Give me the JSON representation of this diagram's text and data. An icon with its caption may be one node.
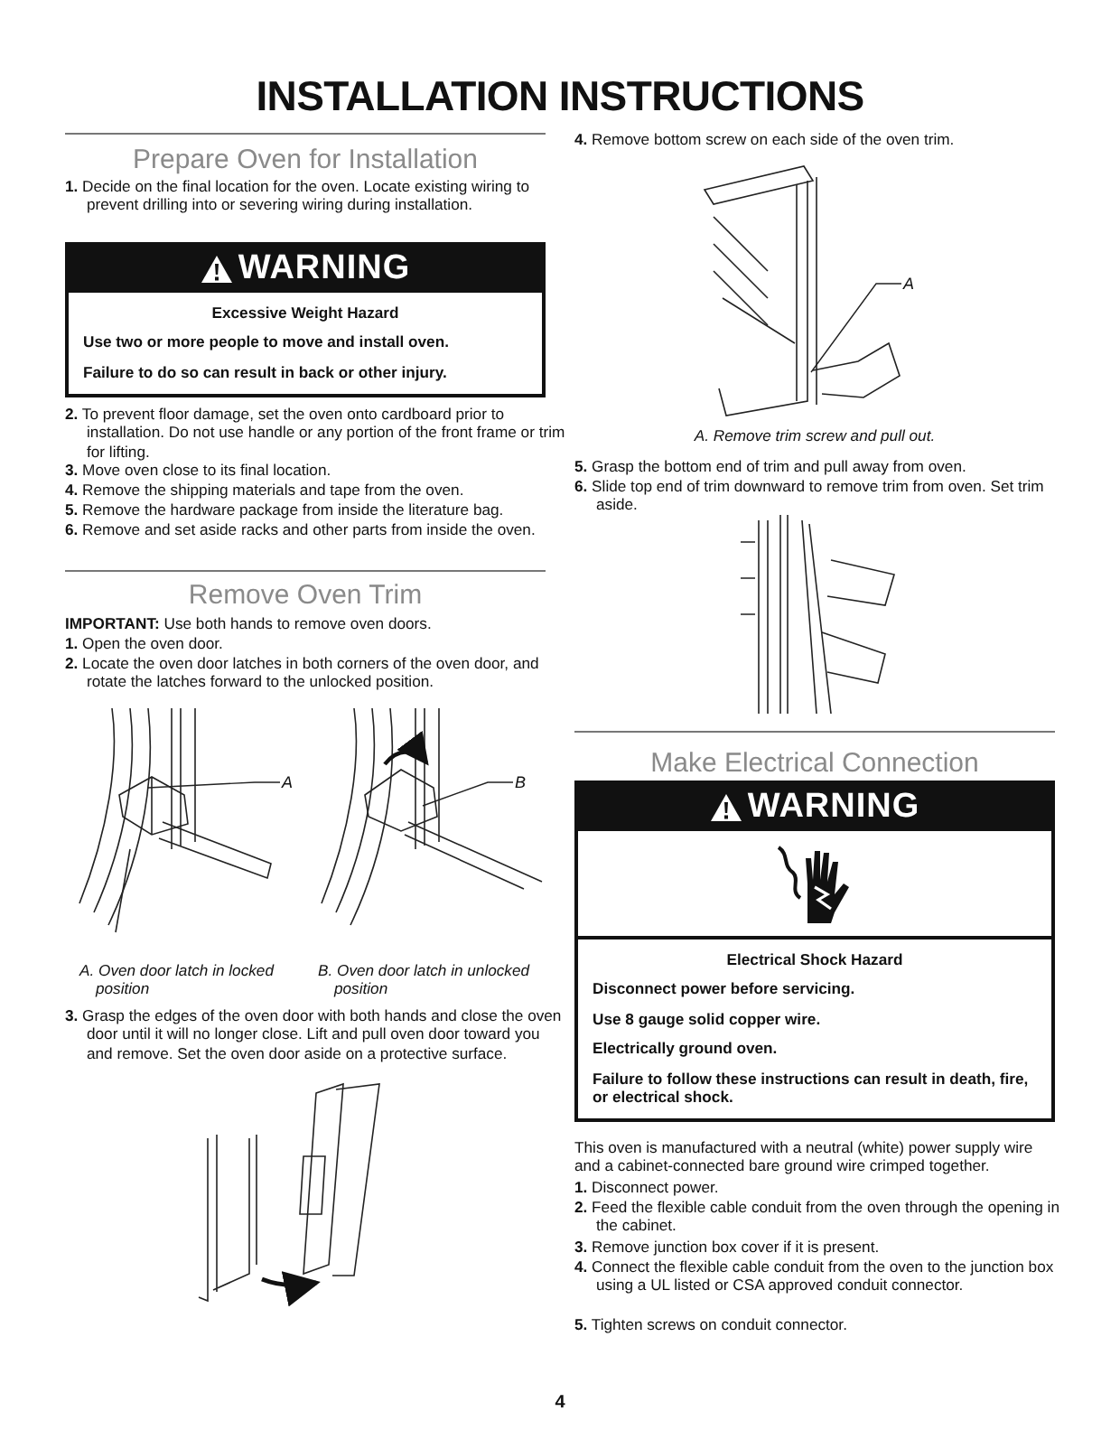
{
  "diagram": {
    "title": "INSTALLATION INSTRUCTIONS",
    "nodes": [
      {
        "text": [
          "WARNING",
          "Excessive Weight Hazard",
          "Use two or more people to move and install oven.",
          "Failure to do so can result in back or other injury."
        ]
      },
      {
        "text": [
          "A"
        ]
      },
      {
        "text": [
          "B"
        ]
      },
      {
        "text": [
          "A"
        ]
      },
      {
        "text": [
          "WARNING",
          "Electrical Shock Hazard",
          "Disconnect power before servicing.",
          "Use 8 gauge solid copper wire.",
          "Electrically ground oven.",
          "Failure to follow these instructions can result in death, fire, or electrical shock."
        ]
      }
    ],
    "edges": [
      {
        "from": 1,
        "to": null,
        "arrow": "none"
      },
      {
        "from": 2,
        "to": null,
        "arrow": "none"
      },
      {
        "from": 3,
        "to": null,
        "arrow": "none"
      }
    ],
    "labels": [
      "Prepare Oven for Installation",
      "**1.** Decide on the final location for the oven. Locate existing wiring to prevent drilling into or severing wiring during installation.",
      "**2.** To prevent floor damage, set the oven onto cardboard prior to installation. Do not use handle or any portion of the front frame or trim for lifting.",
      "**3.** Move oven close to its final location.",
      "**4.** Remove the shipping materials and tape from the oven.",
      "**5.** Remove the hardware package from inside the literature bag.",
      "**6.** Remove and set aside racks and other parts from inside the oven.",
      "Remove Oven Trim",
      "**IMPORTANT:** Use both hands to remove oven doors.",
      "**1.** Open the oven door.",
      "**2.** Locate the oven door latches in both corners of the oven door, and rotate the latches forward to the unlocked position.",
      "A. Oven door latch in locked position",
      "B. Oven door latch in unlocked position",
      "**3.** Grasp the edges of the oven door with both hands and close the oven door until it will no longer close. Lift and pull oven door toward you and remove. Set the oven door aside on a protective surface.",
      "**4.** Remove bottom screw on each side of the oven trim.",
      "A. Remove trim screw and pull out.",
      "**5.** Grasp the bottom end of trim and pull away from oven.",
      "**6.** Slide top end of trim downward to remove trim from oven. Set trim aside.",
      "Make Electrical Connection",
      "This oven is manufactured with a neutral (white) power supply wire and a cabinet-connected bare ground wire crimped together.",
      "**1.** Disconnect power.",
      "**2.** Feed the flexible cable conduit from the oven through the opening in the cabinet.",
      "**3.** Remove junction box cover if it is present.",
      "**4.** Connect the flexible cable conduit from the oven to the junction box using a UL listed or CSA approved conduit connector.",
      "**5.** Tighten screws on conduit connector.",
      "4"
    ]
  }
}
